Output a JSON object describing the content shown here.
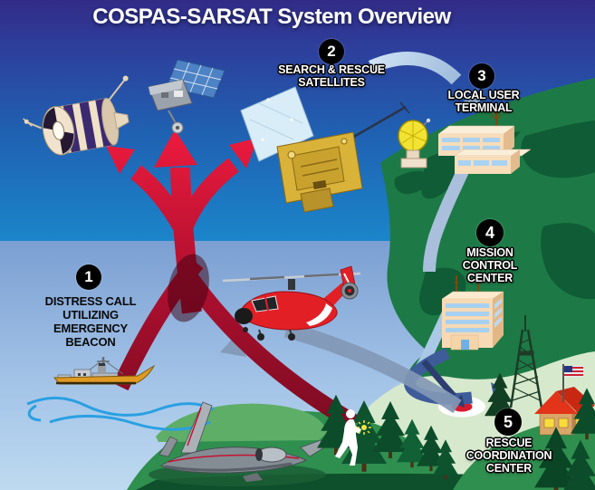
{
  "title": "COSPAS-SARSAT System Overview",
  "steps": [
    {
      "number": "1",
      "lines": [
        "DISTRESS CALL",
        "UTILIZING",
        "EMERGENCY",
        "BEACON"
      ]
    },
    {
      "number": "2",
      "lines": [
        "SEARCH & RESCUE",
        "SATELLITES"
      ]
    },
    {
      "number": "3",
      "lines": [
        "LOCAL USER",
        "TERMINAL"
      ]
    },
    {
      "number": "4",
      "lines": [
        "MISSION",
        "CONTROL",
        "CENTER"
      ]
    },
    {
      "number": "5",
      "lines": [
        "RESCUE",
        "COORDINATION",
        "CENTER"
      ]
    }
  ],
  "icons": {
    "cospas_satellite": "cospas-satellite-icon",
    "sarsat_satellite": "sarsat-satellite-icon",
    "geo_satellite": "geo-satellite-icon",
    "ground_dish": "ground-antenna-icon",
    "helicopter": "rescue-helicopter-icon",
    "ship": "distress-ship-icon",
    "crashed_plane": "crashed-plane-icon",
    "hiker_with_beacon": "hiker-beacon-icon",
    "radio_tower": "radio-tower-icon",
    "rescue_house": "rcc-house-icon",
    "flag": "us-flag-icon",
    "target": "target-bullseye-icon"
  },
  "colors": {
    "sky_top": "#322b86",
    "sky_horizon": "#1b82c8",
    "lower_sky": "#8fb0da",
    "uplink_arrow_red": "#e6163a",
    "downlink_arrow_blue": "#8fb0d4",
    "dispatch_arrow_slate": "#3f5c9a",
    "island_green": "#1d7a46",
    "badge_background": "#000000",
    "label_text": "#ffffff"
  }
}
